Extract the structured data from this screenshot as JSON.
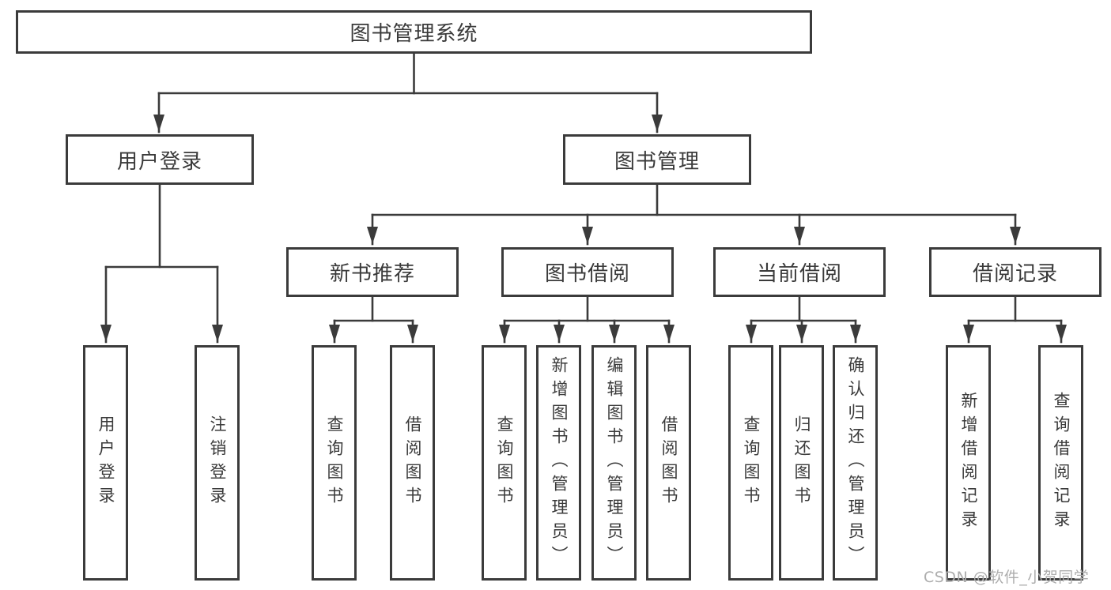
{
  "root": {
    "label": "图书管理系统",
    "children": [
      {
        "label": "用户登录",
        "children": [
          {
            "label": "用户登录"
          },
          {
            "label": "注销登录"
          }
        ]
      },
      {
        "label": "图书管理",
        "children": [
          {
            "label": "新书推荐",
            "children": [
              {
                "label": "查询图书"
              },
              {
                "label": "借阅图书"
              }
            ]
          },
          {
            "label": "图书借阅",
            "children": [
              {
                "label": "查询图书"
              },
              {
                "label": "新增图书（管理员）"
              },
              {
                "label": "编辑图书（管理员）"
              },
              {
                "label": "借阅图书"
              }
            ]
          },
          {
            "label": "当前借阅",
            "children": [
              {
                "label": "查询图书"
              },
              {
                "label": "归还图书"
              },
              {
                "label": "确认归还（管理员）"
              }
            ]
          },
          {
            "label": "借阅记录",
            "children": [
              {
                "label": "新增借阅记录"
              },
              {
                "label": "查询借阅记录"
              }
            ]
          }
        ]
      }
    ]
  },
  "watermark": {
    "text": "CSDN @软件_小贺同学"
  },
  "colors": {
    "line": "#3b3b3b",
    "text": "#3a3a3a",
    "watermark_text": "#adadad",
    "background": "#ffffff"
  }
}
